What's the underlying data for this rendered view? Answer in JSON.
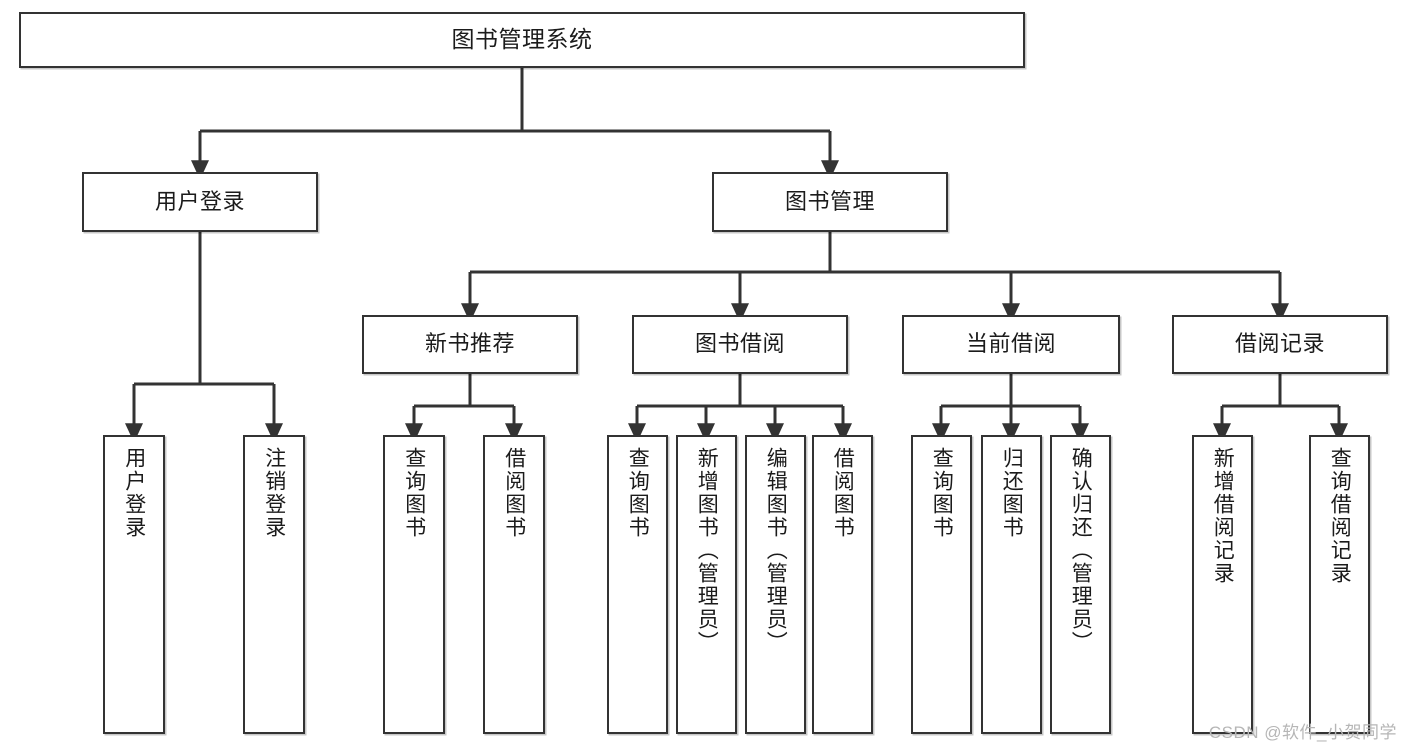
{
  "diagram": {
    "title": "图书管理系统",
    "type": "tree-hierarchy-chart",
    "root": {
      "label": "图书管理系统"
    },
    "level2": [
      {
        "label": "用户登录"
      },
      {
        "label": "图书管理"
      }
    ],
    "level3": [
      {
        "label": "新书推荐"
      },
      {
        "label": "图书借阅"
      },
      {
        "label": "当前借阅"
      },
      {
        "label": "借阅记录"
      }
    ],
    "leaves": {
      "user_login": [
        {
          "label": "用户登录"
        },
        {
          "label": "注销登录"
        }
      ],
      "new_book_recommend": [
        {
          "label": "查询图书"
        },
        {
          "label": "借阅图书"
        }
      ],
      "book_borrow": [
        {
          "label": "查询图书"
        },
        {
          "label": "新增图书（管理员）"
        },
        {
          "label": "编辑图书（管理员）"
        },
        {
          "label": "借阅图书"
        }
      ],
      "current_borrow": [
        {
          "label": "查询图书"
        },
        {
          "label": "归还图书"
        },
        {
          "label": "确认归还（管理员）"
        }
      ],
      "borrow_record": [
        {
          "label": "新增借阅记录"
        },
        {
          "label": "查询借阅记录"
        }
      ]
    }
  },
  "watermark": {
    "text": "CSDN @软件_小贺同学"
  },
  "colors": {
    "box_border": "#333333",
    "connector": "#333333",
    "text": "#1b1b1b",
    "background": "#ffffff",
    "watermark": "#b6b6b6"
  }
}
